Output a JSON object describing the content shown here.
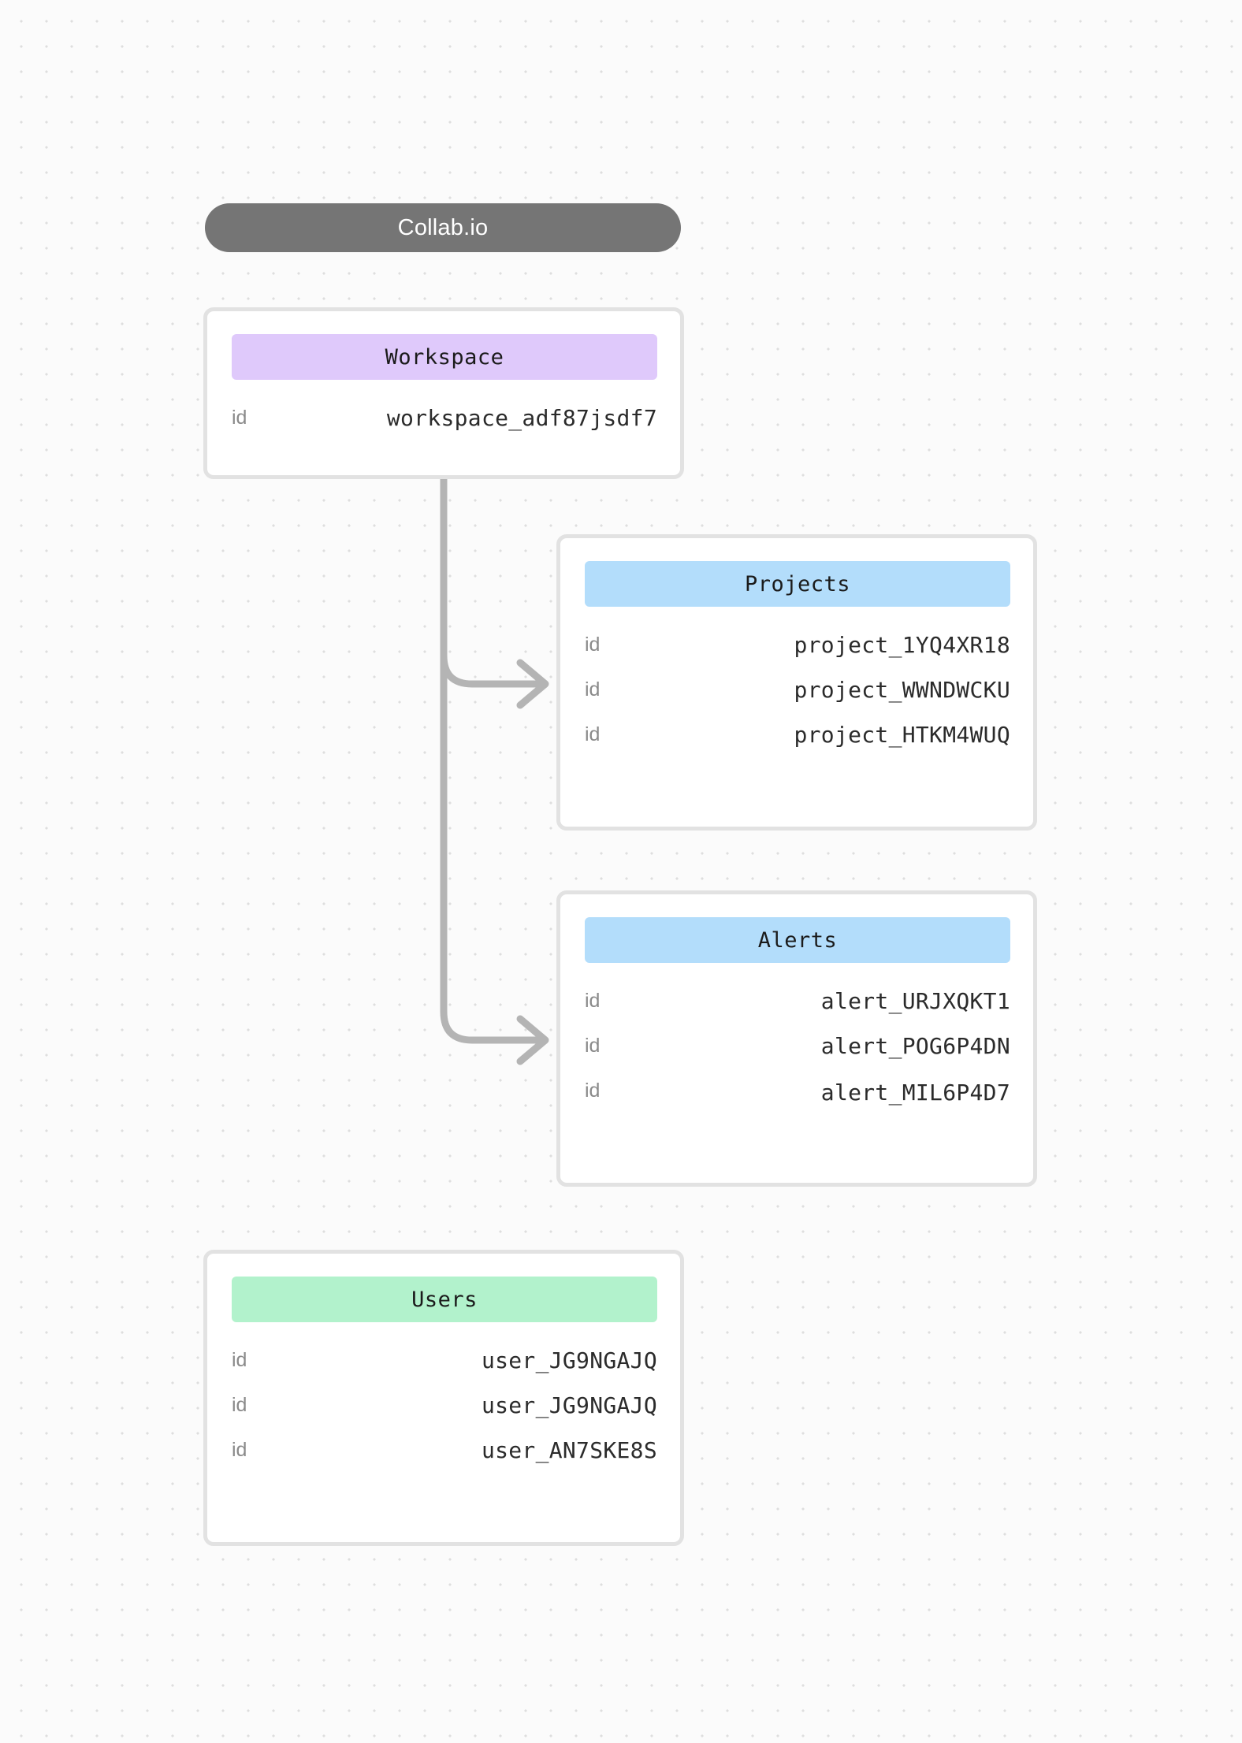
{
  "app": {
    "title": "Collab.io"
  },
  "cards": [
    {
      "id": "workspace",
      "title": "Workspace",
      "accent": "#dfc9fb",
      "rows": [
        {
          "label": "id",
          "value": "workspace_adf87jsdf7"
        }
      ]
    },
    {
      "id": "projects",
      "title": "Projects",
      "accent": "#b3ddfb",
      "rows": [
        {
          "label": "id",
          "value": "project_1YQ4XR18"
        },
        {
          "label": "id",
          "value": "project_WWNDWCKU"
        },
        {
          "label": "id",
          "value": "project_HTKM4WUQ"
        }
      ]
    },
    {
      "id": "alerts",
      "title": "Alerts",
      "accent": "#b3ddfb",
      "rows": [
        {
          "label": "id",
          "value": "alert_URJXQKT1"
        },
        {
          "label": "id",
          "value": "alert_POG6P4DN"
        },
        {
          "label": "id",
          "value": "alert_MIL6P4D7"
        }
      ]
    },
    {
      "id": "users",
      "title": "Users",
      "accent": "#b2f2cc",
      "rows": [
        {
          "label": "id",
          "value": "user_JG9NGAJQ"
        },
        {
          "label": "id",
          "value": "user_JG9NGAJQ"
        },
        {
          "label": "id",
          "value": "user_AN7SKE8S"
        }
      ]
    }
  ],
  "connections": [
    {
      "from": "workspace",
      "to": "projects"
    },
    {
      "from": "workspace",
      "to": "alerts"
    }
  ],
  "colors": {
    "connector": "#b4b4b4",
    "card_border": "#e2e2e2",
    "title_pill": "#757575",
    "background": "#fbfbfb",
    "dot": "#dedede",
    "label_text": "#8a8a8a",
    "value_text": "#2b2b2b"
  }
}
